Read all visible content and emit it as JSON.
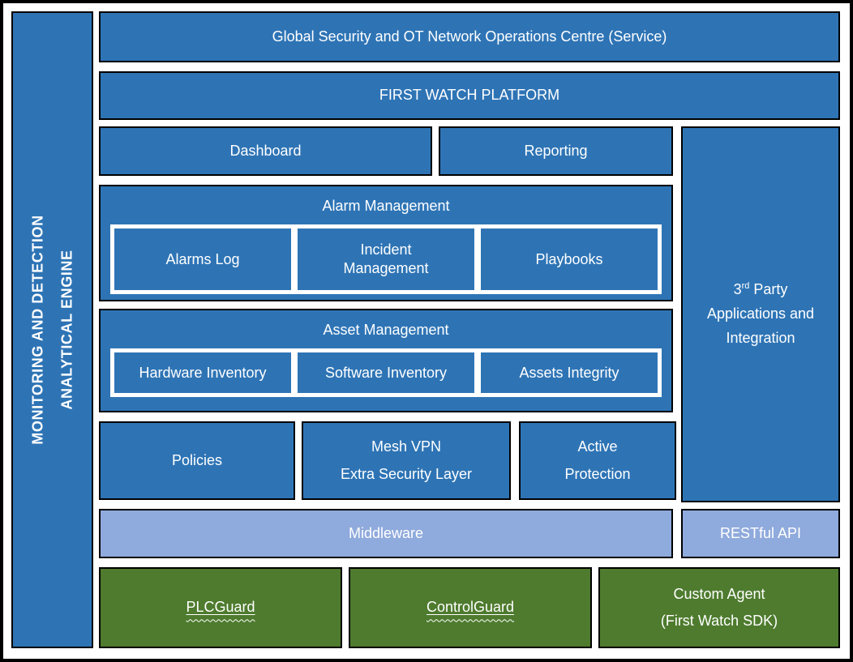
{
  "title": "First Watch Platform architecture diagram",
  "colors": {
    "blue": "#2E74B5",
    "light_blue": "#8FAADC",
    "green": "#4E7B2E",
    "text": "#FFFFFF",
    "border": "#000000"
  },
  "left_bar": {
    "line1": "MONITORING AND DETECTION",
    "line2": "ANALYTICAL ENGINE"
  },
  "banners": {
    "global": "Global Security and OT Network Operations Centre (Service)",
    "platform": "FIRST WATCH PLATFORM"
  },
  "top_row": {
    "dashboard": "Dashboard",
    "reporting": "Reporting"
  },
  "third_party": {
    "num": "3",
    "ordinal": "rd",
    "after_num": " Party",
    "line2": "Applications and",
    "line3": "Integration"
  },
  "alarm_management": {
    "title": "Alarm Management",
    "cells": [
      "Alarms Log",
      "Incident Management",
      "Playbooks"
    ]
  },
  "asset_management": {
    "title": "Asset Management",
    "cells": [
      "Hardware Inventory",
      "Software Inventory",
      "Assets Integrity"
    ]
  },
  "security_row": {
    "policies": "Policies",
    "mesh_line1": "Mesh VPN",
    "mesh_line2": "Extra Security Layer",
    "active_line1": "Active",
    "active_line2": "Protection"
  },
  "integration_row": {
    "middleware": "Middleware",
    "restful_api": "RESTful API"
  },
  "agents_row": {
    "plcguard": "PLCGuard",
    "controlguard": "ControlGuard",
    "custom_line1": "Custom Agent",
    "custom_line2": "(First Watch SDK)"
  }
}
